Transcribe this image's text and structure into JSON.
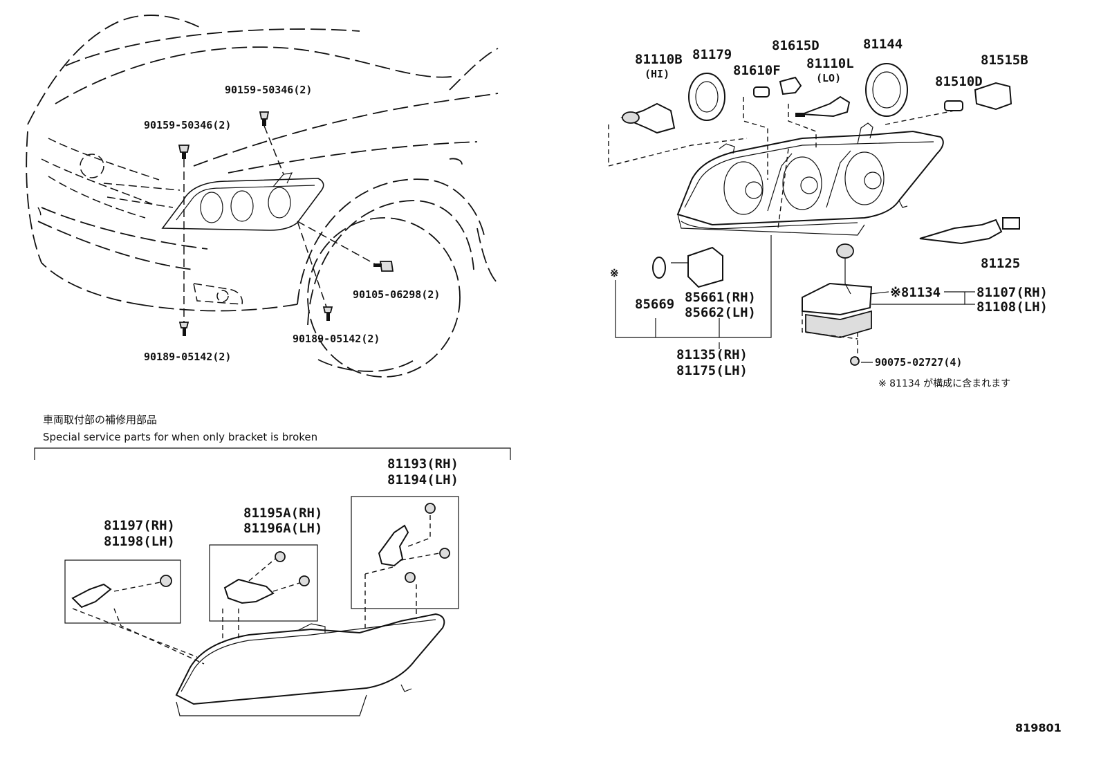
{
  "upper_left": {
    "bolt_top": "90159-50346(2)",
    "bolt_left": "90159-50346(2)",
    "nut_wheel": "90105-06298(2)",
    "screw_mid": "90189-05142(2)",
    "screw_bottom": "90189-05142(2)"
  },
  "upper_right": {
    "bulb_hi_num": "81110B",
    "bulb_hi_sub": "(HI)",
    "cap_81179": "81179",
    "socket_81615d": "81615D",
    "bulb_81610f": "81610F",
    "bulb_lo_num": "81110L",
    "bulb_lo_sub": "(LO)",
    "cover_81144": "81144",
    "bulb_81510d": "81510D",
    "socket_81515b": "81515B",
    "socket_81125": "81125",
    "mark": "※",
    "ring_85669": "85669",
    "motor_rh": "85661(RH)",
    "motor_lh": "85662(LH)",
    "assy_rh": "81135(RH)",
    "assy_lh": "81175(LH)",
    "ballast_81134": "※81134",
    "computer_rh": "81107(RH)",
    "computer_lh": "81108(LH)",
    "screw_90075": "90075-02727(4)",
    "note": "※ 81134 が構成に含まれます"
  },
  "lower": {
    "title_jp": "車両取付部の補修用部品",
    "title_en": "Special service parts for when only bracket is broken",
    "bracket_a_rh": "81197(RH)",
    "bracket_a_lh": "81198(LH)",
    "bracket_b_rh": "81195A(RH)",
    "bracket_b_lh": "81196A(LH)",
    "bracket_c_rh": "81193(RH)",
    "bracket_c_lh": "81194(LH)"
  },
  "figure_number": "819801"
}
